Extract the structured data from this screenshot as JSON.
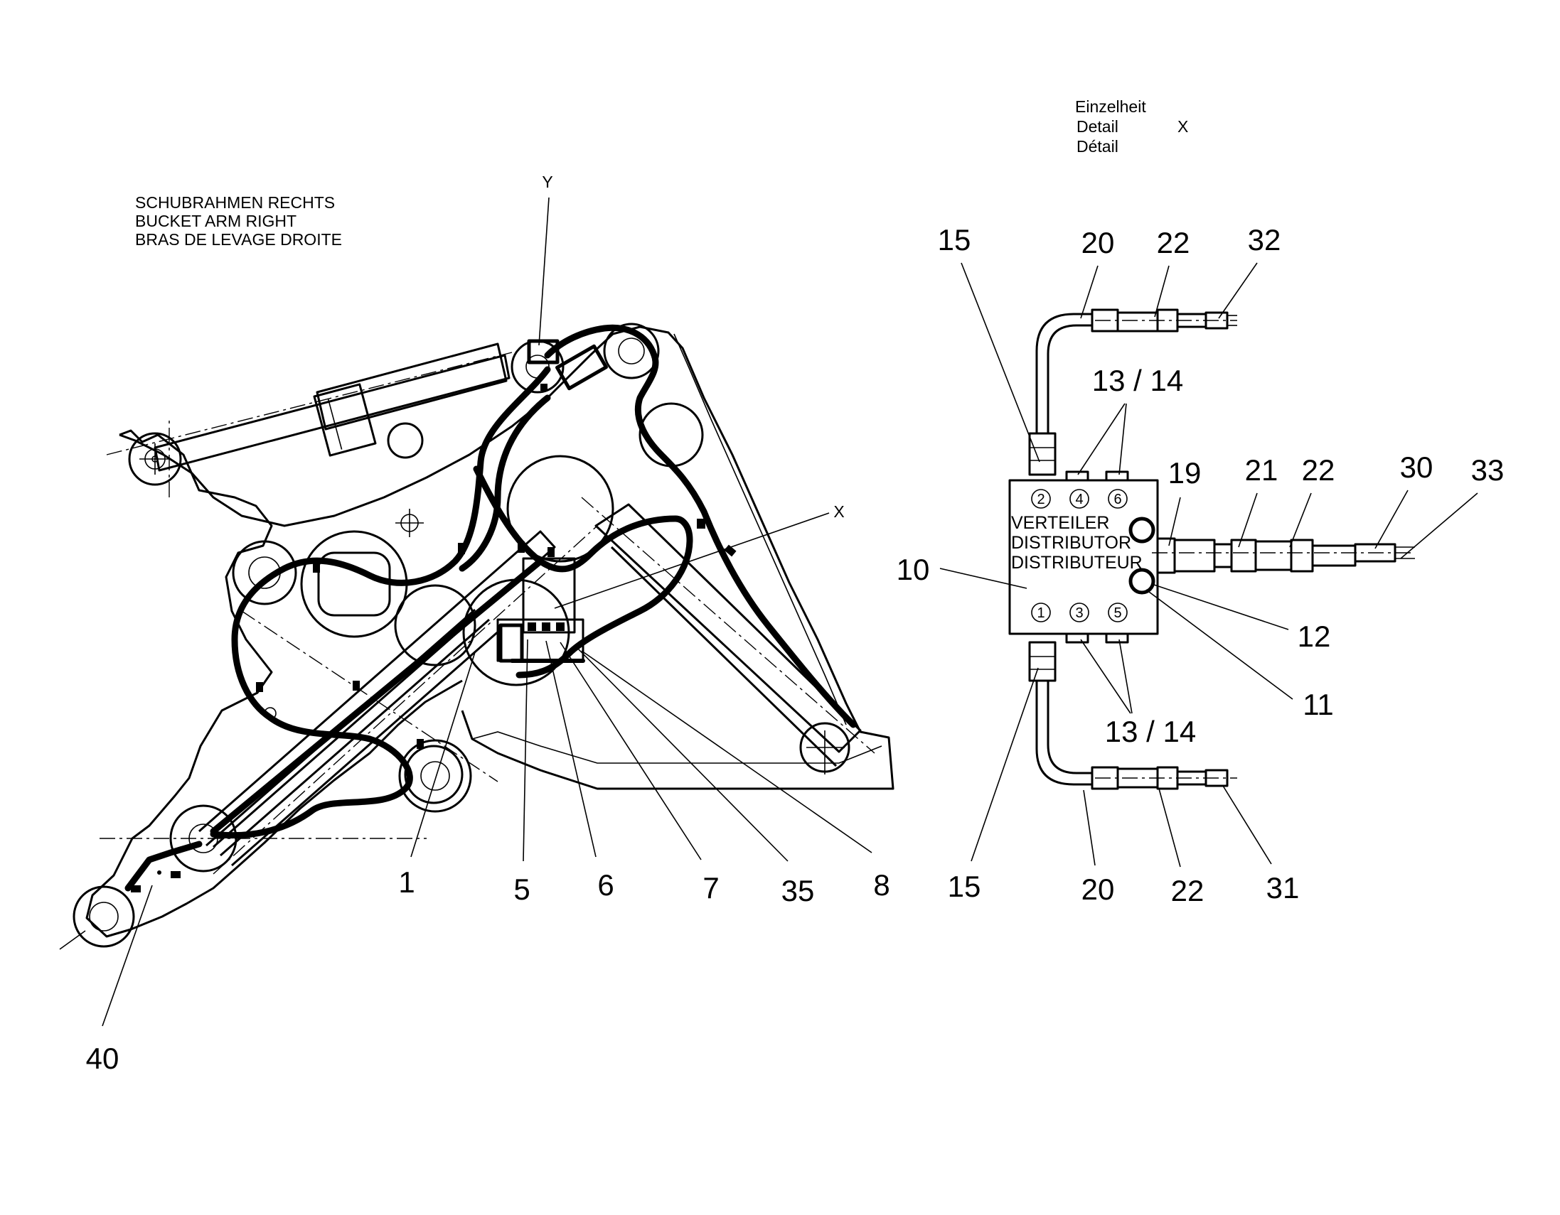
{
  "title_block": {
    "line1": "SCHUBRAHMEN RECHTS",
    "line2": "BUCKET ARM RIGHT",
    "line3": "BRAS DE LEVAGE DROITE"
  },
  "detail_caption": {
    "line1": "Einzelheit",
    "line2": "Detail",
    "line3": "Détail",
    "marker": "X"
  },
  "view_markers": {
    "y": "Y",
    "x": "X"
  },
  "distributor": {
    "label_de": "VERTEILER",
    "label_en": "DISTRIBUTOR",
    "label_fr": "DISTRIBUTEUR",
    "ports_top": [
      "2",
      "4",
      "6"
    ],
    "ports_bottom": [
      "1",
      "3",
      "5"
    ]
  },
  "callouts_left": {
    "c1": "1",
    "c5": "5",
    "c6": "6",
    "c7": "7",
    "c35": "35",
    "c8": "8",
    "c40": "40"
  },
  "callouts_detail": {
    "c15_top": "15",
    "c20_top": "20",
    "c22_top": "22",
    "c32": "32",
    "c1314_top": "13 / 14",
    "c19": "19",
    "c21": "21",
    "c22_mid": "22",
    "c30": "30",
    "c33": "33",
    "c10": "10",
    "c12": "12",
    "c11": "11",
    "c1314_bottom": "13 / 14",
    "c15_bottom": "15",
    "c20_bottom": "20",
    "c22_bottom": "22",
    "c31": "31"
  }
}
